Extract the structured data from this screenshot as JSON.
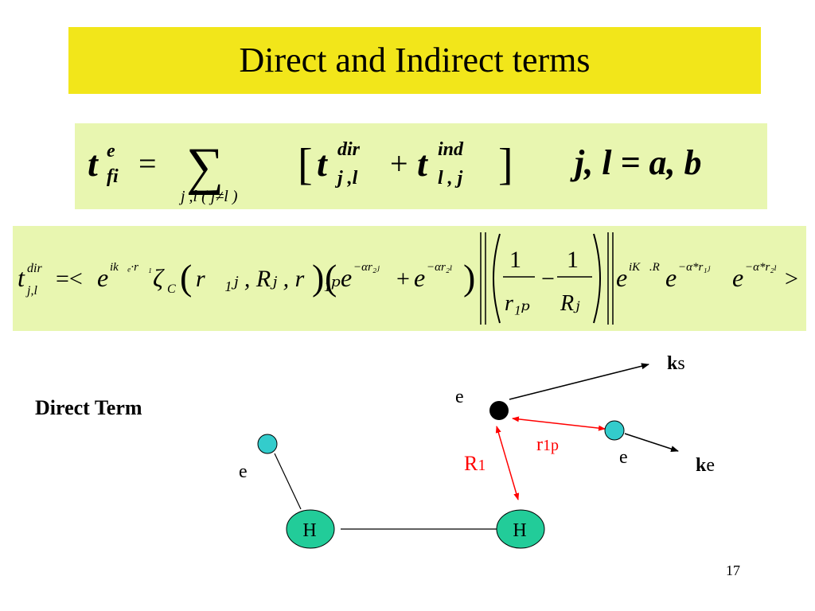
{
  "slide": {
    "title": "Direct and Indirect terms",
    "number": "17"
  },
  "equation1": {
    "t": "t",
    "sup_e": "e",
    "sub_fi": "fi",
    "equals": "=",
    "sum_symbol": "∑",
    "sum_sub": "j ,l ( j≠l )",
    "bracket_open": "[",
    "t_dir": "t",
    "sup_dir": "dir",
    "sub_jl": "j ,l",
    "plus": "+",
    "t_ind": "t",
    "sup_ind": "ind",
    "sub_lj": "l , j",
    "bracket_close": "]",
    "condition": "j, l = a, b"
  },
  "equation2": {
    "lhs_t": "t",
    "lhs_sup": "dir",
    "lhs_sub": "j,l",
    "eq_lt": "=<",
    "e1": "e",
    "e1_exp": "ik⃗ₑ·r⃗₁",
    "zeta": "ζ",
    "zeta_sub": "C",
    "zeta_args": "r⃗₁ⱼ , Rⱼ , r⃗₁ₚ",
    "e2": "e",
    "e2_exp": "−αr₂ⱼ",
    "plus": "+",
    "e3": "e",
    "e3_exp": "−αr₂ₗ",
    "frac1_num": "1",
    "frac1_den": "r₁ₚ",
    "minus": "−",
    "frac2_num": "1",
    "frac2_den": "Rⱼ",
    "e4": "e",
    "e4_exp": "iK⃗.R⃗",
    "e5": "e",
    "e5_exp": "−α*r₁ⱼ",
    "e6": "e",
    "e6_exp": "−α*r₂ₗ",
    "gt": ">"
  },
  "diagram": {
    "label_direct_term": "Direct Term",
    "electron_label": "e",
    "hydrogen_label": "H",
    "ks_bold": "k",
    "ks_rest": "s",
    "ke_bold": "k",
    "ke_rest": "e",
    "r1p_main": "r",
    "r1p_sub": "1p",
    "R1_main": "R",
    "R1_sub": "1",
    "colors": {
      "electron_cyan": "#33cccc",
      "hydrogen_green": "#22cc99",
      "distance_red": "#ff0000",
      "title_yellow": "#f2e61a",
      "equation_bg": "#e8f6b0"
    }
  }
}
